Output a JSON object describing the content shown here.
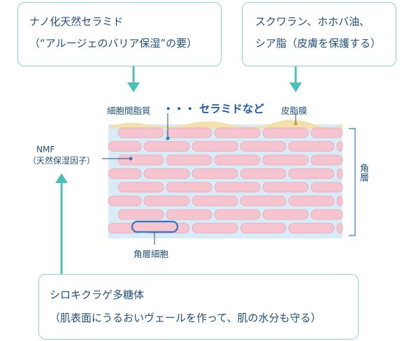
{
  "box_nano": {
    "line1": "ナノ化天然セラミド",
    "line2": "（“アルージェのバリア保湿”の要）"
  },
  "box_squalane": {
    "line1": "スクワラン、ホホバ油、",
    "line2": "シア脂（皮膚を保護する）"
  },
  "box_tremella": {
    "line1": "シロキクラゲ多糖体",
    "line2": "（肌表面にうるおいヴェールを作って、肌の水分も守る）"
  },
  "labels": {
    "intercellular_lipid": "細胞間脂質",
    "ceramide": "・・・ セラミドなど",
    "sebum_film": "皮脂膜",
    "nmf": "NMF",
    "nmf_desc": "（天然保湿因子）",
    "corneocyte": "角層細胞",
    "stratum_corneum": "角層"
  },
  "colors": {
    "box_border": "#8fd3cc",
    "arrow": "#4cc0b6",
    "text": "#1f4f7a",
    "accent_text": "#1f5aa8",
    "cell_fill": "#f5c4cf",
    "cell_stroke": "#e9a6b6",
    "layer_bg": "#d8ecf7",
    "sebum": "#f2e0ad",
    "highlight_cell": "#2f78c4",
    "dot": "#2f78c4"
  }
}
